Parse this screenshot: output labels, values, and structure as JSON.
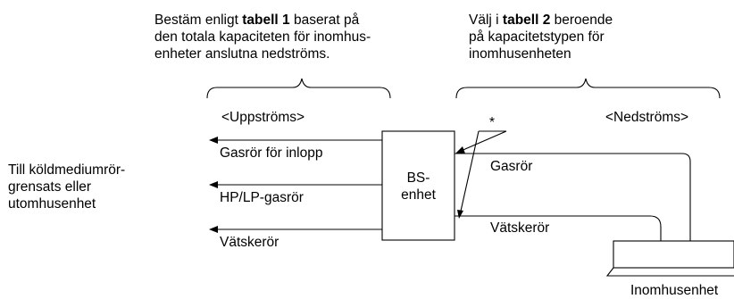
{
  "note_upstream": {
    "line1_pre": "Bestäm enligt ",
    "line1_bold": "tabell 1",
    "line1_post": " baserat på",
    "line2": "den totala kapaciteten för inomhus-",
    "line3": "enheter anslutna nedströms."
  },
  "note_downstream": {
    "line1_pre": "Välj i ",
    "line1_bold": "tabell 2",
    "line1_post": " beroende",
    "line2": "på kapacitetstypen för",
    "line3": "inomhusenheten"
  },
  "section_upstream": "<Uppströms>",
  "section_downstream": "<Nedströms>",
  "asterisk": "*",
  "left_label": [
    "Till köldmediumrör-",
    "grensats eller",
    "utomhusenhet"
  ],
  "bs_unit": [
    "BS-",
    "enhet"
  ],
  "upstream_pipes": [
    "Gasrör för inlopp",
    "HP/LP-gasrör",
    "Vätskerör"
  ],
  "downstream_pipes": [
    "Gasrör",
    "Vätskerör"
  ],
  "indoor_unit": "Inomhusenhet"
}
